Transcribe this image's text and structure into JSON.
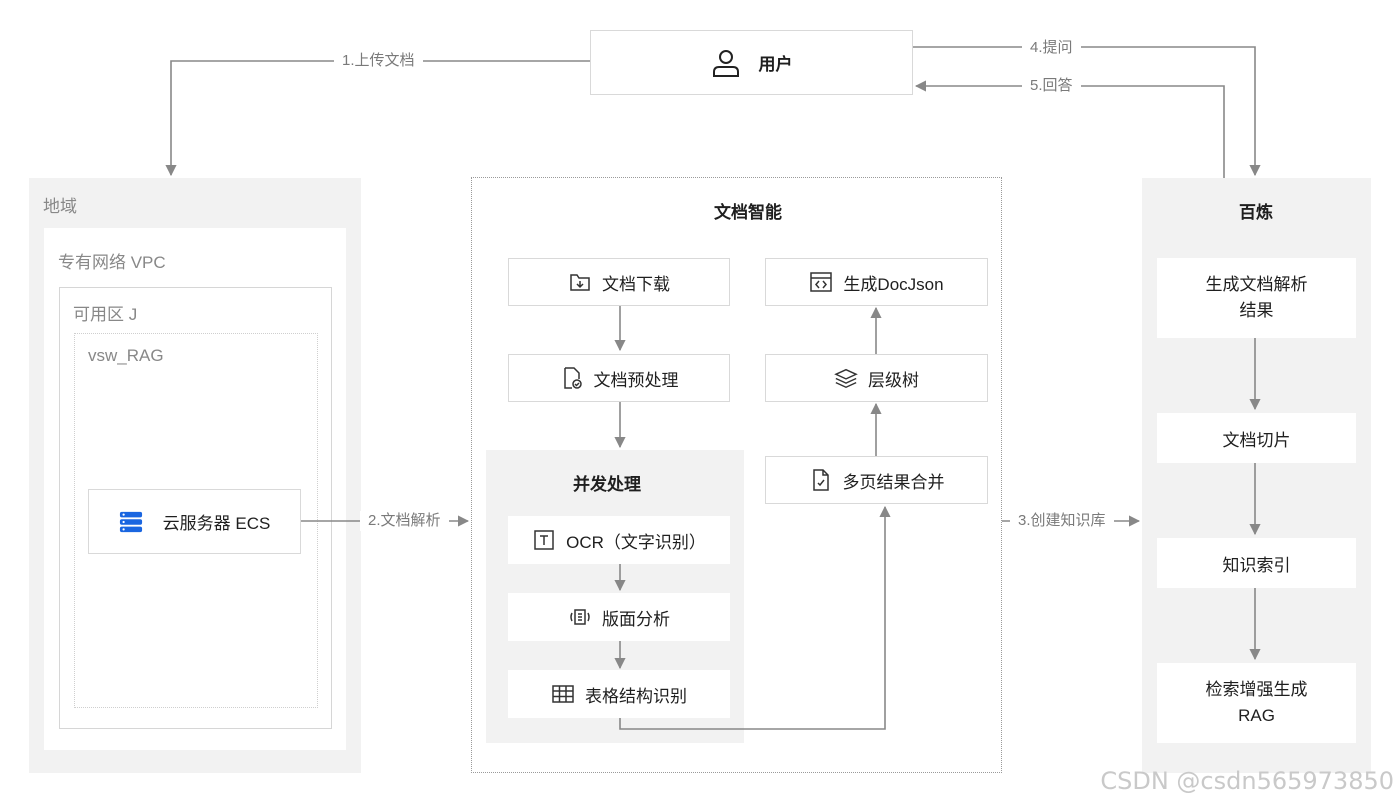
{
  "user": {
    "label": "用户",
    "icon": "user-icon"
  },
  "edges": {
    "upload": "1.上传文档",
    "parse": "2.文档解析",
    "create_kb": "3.创建知识库",
    "ask": "4.提问",
    "answer": "5.回答"
  },
  "region": {
    "title": "地域",
    "vpc": "专有网络 VPC",
    "zone": "可用区 J",
    "vswitch": "vsw_RAG",
    "ecs": {
      "label": "云服务器 ECS",
      "icon": "server-stack-icon",
      "color": "#1a66e0"
    }
  },
  "doc_intel": {
    "title": "文档智能",
    "download": {
      "label": "文档下载",
      "icon": "file-download-icon"
    },
    "preprocess": {
      "label": "文档预处理",
      "icon": "file-check-icon"
    },
    "concurrent": {
      "title": "并发处理",
      "ocr": {
        "label": "OCR（文字识别）",
        "icon": "text-box-icon"
      },
      "layout": {
        "label": "版面分析",
        "icon": "layout-analysis-icon"
      },
      "table": {
        "label": "表格结构识别",
        "icon": "table-icon"
      }
    },
    "merge": {
      "label": "多页结果合并",
      "icon": "file-check-icon"
    },
    "tree": {
      "label": "层级树",
      "icon": "layers-icon"
    },
    "docjson": {
      "label": "生成DocJson",
      "icon": "code-window-icon"
    }
  },
  "bailian": {
    "title": "百炼",
    "steps": [
      {
        "line1": "生成文档解析",
        "line2": "结果"
      },
      {
        "line1": "文档切片",
        "line2": ""
      },
      {
        "line1": "知识索引",
        "line2": ""
      },
      {
        "line1": "检索增强生成",
        "line2": "RAG"
      }
    ]
  },
  "watermark": "CSDN @csdn565973850",
  "colors": {
    "panel": "#f2f2f2",
    "border": "#d9d9d9",
    "arrow": "#888888",
    "ecs_icon": "#1a66e0"
  }
}
